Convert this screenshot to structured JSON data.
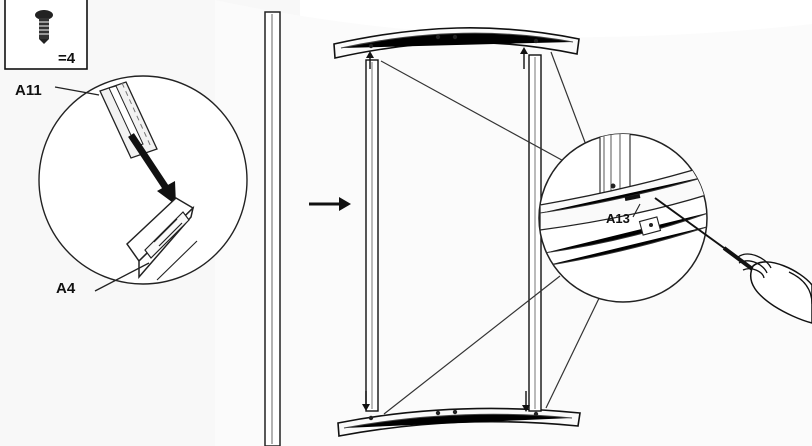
{
  "labels": {
    "screw_quantity": "=4",
    "part_a11": "A11",
    "part_a4": "A4",
    "part_a13": "A13"
  },
  "icons": {
    "screw": "screw-icon",
    "screwdriver": "screwdriver-icon",
    "arrow": "right-arrow-icon"
  }
}
